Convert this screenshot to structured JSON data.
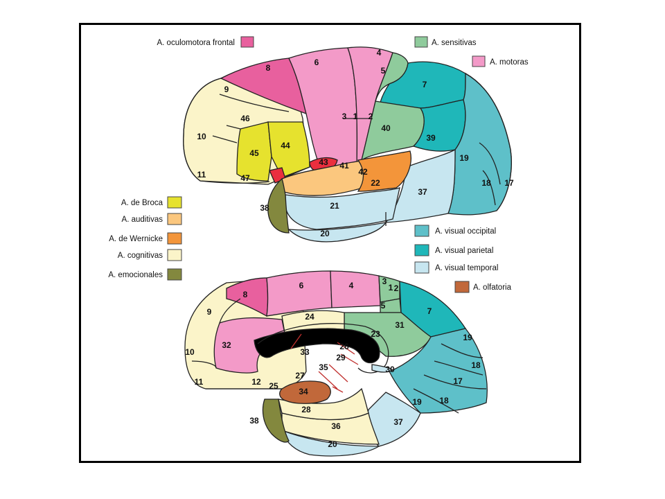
{
  "colors": {
    "oculomotora": "#e8609e",
    "motoras": "#f39ac8",
    "sensitivas": "#8fcb9c",
    "broca": "#e6e22e",
    "auditivas": "#fbc77e",
    "wernicke": "#f3953a",
    "cognitivas": "#fbf4c9",
    "emocionales": "#83883e",
    "visual_occipital": "#5ec0c9",
    "visual_parietal": "#1fb7b9",
    "visual_temporal": "#c7e6f0",
    "olfatoria": "#c1683a",
    "area43": "#ea2f3e",
    "callosum": "#000000"
  },
  "legend": {
    "oculomotora": "A. oculomotora frontal",
    "sensitivas": "A. sensitivas",
    "motoras": "A. motoras",
    "broca": "A. de Broca",
    "auditivas": "A. auditivas",
    "wernicke": "A. de Wernicke",
    "cognitivas": "A. cognitivas",
    "emocionales": "A. emocionales",
    "visual_occipital": "A. visual occipital",
    "visual_parietal": "A. visual parietal",
    "visual_temporal": "A. visual temporal",
    "olfatoria": "A. olfatoria"
  },
  "lateral": {
    "areas": {
      "a8": "8",
      "a6": "6",
      "a4": "4",
      "a5": "5",
      "a7": "7",
      "a9": "9",
      "a46": "46",
      "a10": "10",
      "a45": "45",
      "a44": "44",
      "a3": "3",
      "a1": "1",
      "a2": "2",
      "a40": "40",
      "a39": "39",
      "a19": "19",
      "a43": "43",
      "a41": "41",
      "a42": "42",
      "a22": "22",
      "a11": "11",
      "a47": "47",
      "a38": "38",
      "a21": "21",
      "a37": "37",
      "a18": "18",
      "a17": "17",
      "a20": "20"
    }
  },
  "medial": {
    "areas": {
      "a8": "8",
      "a6": "6",
      "a4": "4",
      "a3": "3",
      "a1": "1",
      "a2": "2",
      "a5": "5",
      "a7": "7",
      "a9": "9",
      "a24": "24",
      "a23": "23",
      "a31": "31",
      "a19a": "19",
      "a32": "32",
      "a33": "33",
      "a26": "26",
      "a29": "29",
      "a30": "30",
      "a18a": "18",
      "a10": "10",
      "a17": "17",
      "a11": "11",
      "a12": "12",
      "a25": "25",
      "a35": "35",
      "a27": "27",
      "a34": "34",
      "a19b": "19",
      "a18b": "18",
      "a28": "28",
      "a38": "38",
      "a36": "36",
      "a37": "37",
      "a20": "20"
    }
  }
}
